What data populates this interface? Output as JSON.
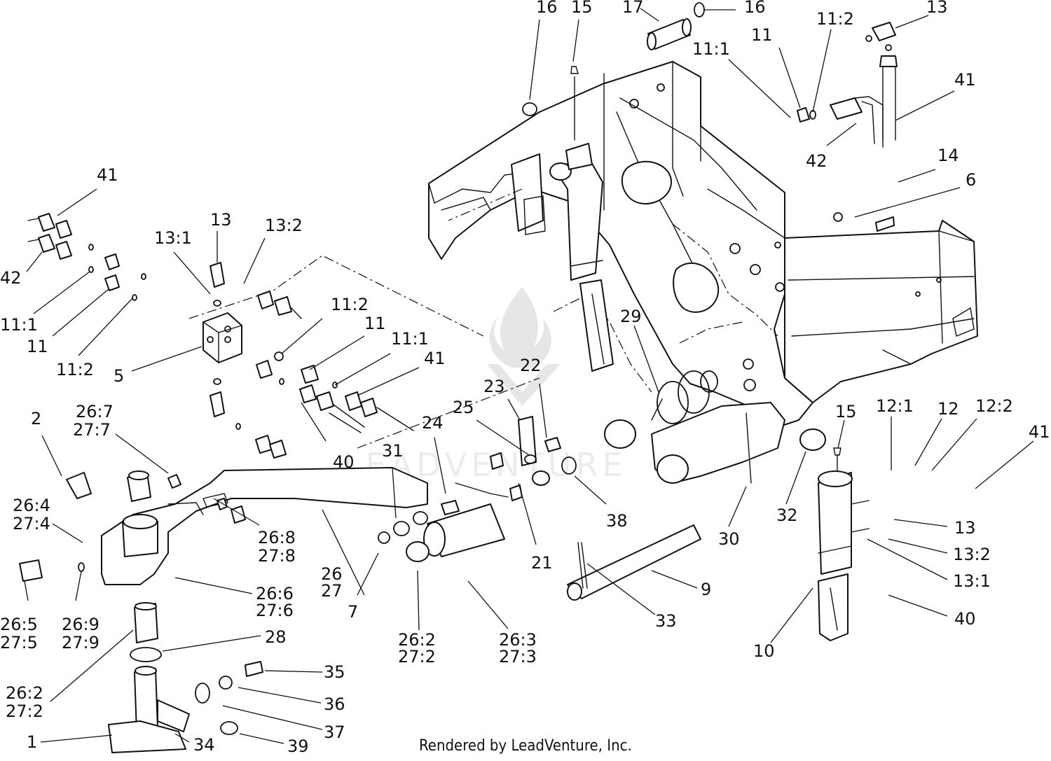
{
  "watermark": {
    "text": "LEADVENTURE",
    "color": "#e6e6e6"
  },
  "credit": "Rendered by LeadVenture, Inc.",
  "callouts": [
    {
      "id": "c1",
      "text": "16"
    },
    {
      "id": "c2",
      "text": "15"
    },
    {
      "id": "c3",
      "text": "17"
    },
    {
      "id": "c4",
      "text": "16"
    },
    {
      "id": "c5",
      "text": "11:1"
    },
    {
      "id": "c6",
      "text": "11"
    },
    {
      "id": "c7",
      "text": "11:2"
    },
    {
      "id": "c8",
      "text": "13"
    },
    {
      "id": "c9",
      "text": "41"
    },
    {
      "id": "c10",
      "text": "42"
    },
    {
      "id": "c11",
      "text": "14"
    },
    {
      "id": "c12",
      "text": "6"
    },
    {
      "id": "c13",
      "text": "41"
    },
    {
      "id": "c14",
      "text": "13"
    },
    {
      "id": "c15",
      "text": "13:1"
    },
    {
      "id": "c16",
      "text": "13:2"
    },
    {
      "id": "c17",
      "text": "42"
    },
    {
      "id": "c18",
      "text": "11:1"
    },
    {
      "id": "c19",
      "text": "11"
    },
    {
      "id": "c20",
      "text": "11:2"
    },
    {
      "id": "c21",
      "text": "5"
    },
    {
      "id": "c22",
      "text": "11:2"
    },
    {
      "id": "c23",
      "text": "11"
    },
    {
      "id": "c24",
      "text": "11:1"
    },
    {
      "id": "c25",
      "text": "41"
    },
    {
      "id": "c26",
      "text": "40"
    },
    {
      "id": "c27",
      "text": "29"
    },
    {
      "id": "c28",
      "text": "22"
    },
    {
      "id": "c29",
      "text": "23"
    },
    {
      "id": "c30",
      "text": "25"
    },
    {
      "id": "c31",
      "text": "24"
    },
    {
      "id": "c32",
      "text": "31"
    },
    {
      "id": "c33",
      "text": "2"
    },
    {
      "id": "c34",
      "text": "26:7"
    },
    {
      "id": "c35",
      "text": "27:7"
    },
    {
      "id": "c36",
      "text": "26:4"
    },
    {
      "id": "c37",
      "text": "27:4"
    },
    {
      "id": "c38",
      "text": "26:8"
    },
    {
      "id": "c39",
      "text": "27:8"
    },
    {
      "id": "c40",
      "text": "26"
    },
    {
      "id": "c41",
      "text": "27"
    },
    {
      "id": "c42",
      "text": "7"
    },
    {
      "id": "c43",
      "text": "38"
    },
    {
      "id": "c44",
      "text": "21"
    },
    {
      "id": "c45",
      "text": "26:6"
    },
    {
      "id": "c46",
      "text": "27:6"
    },
    {
      "id": "c47",
      "text": "26:5"
    },
    {
      "id": "c48",
      "text": "27:5"
    },
    {
      "id": "c49",
      "text": "26:9"
    },
    {
      "id": "c50",
      "text": "27:9"
    },
    {
      "id": "c51",
      "text": "26:2"
    },
    {
      "id": "c52",
      "text": "27:2"
    },
    {
      "id": "c53",
      "text": "26:3"
    },
    {
      "id": "c54",
      "text": "27:3"
    },
    {
      "id": "c55",
      "text": "28"
    },
    {
      "id": "c56",
      "text": "26:2"
    },
    {
      "id": "c57",
      "text": "27:2"
    },
    {
      "id": "c58",
      "text": "35"
    },
    {
      "id": "c59",
      "text": "36"
    },
    {
      "id": "c60",
      "text": "37"
    },
    {
      "id": "c61",
      "text": "1"
    },
    {
      "id": "c62",
      "text": "34"
    },
    {
      "id": "c63",
      "text": "39"
    },
    {
      "id": "c64",
      "text": "9"
    },
    {
      "id": "c65",
      "text": "33"
    },
    {
      "id": "c66",
      "text": "30"
    },
    {
      "id": "c67",
      "text": "32"
    },
    {
      "id": "c68",
      "text": "15"
    },
    {
      "id": "c69",
      "text": "12:1"
    },
    {
      "id": "c70",
      "text": "12"
    },
    {
      "id": "c71",
      "text": "12:2"
    },
    {
      "id": "c72",
      "text": "41"
    },
    {
      "id": "c73",
      "text": "13"
    },
    {
      "id": "c74",
      "text": "13:2"
    },
    {
      "id": "c75",
      "text": "13:1"
    },
    {
      "id": "c76",
      "text": "40"
    },
    {
      "id": "c77",
      "text": "10"
    }
  ]
}
